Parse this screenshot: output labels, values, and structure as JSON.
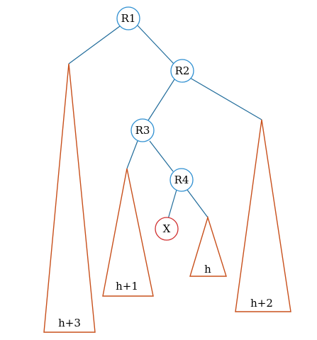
{
  "colors": {
    "edge": "#1f6b9a",
    "node_border": "#2e8fd1",
    "highlight_node_border": "#d03030",
    "subtree_border": "#c8501c",
    "background": "#ffffff"
  },
  "nodes": {
    "r1": {
      "label": "R1"
    },
    "r2": {
      "label": "R2"
    },
    "r3": {
      "label": "R3"
    },
    "r4": {
      "label": "R4"
    },
    "x": {
      "label": "X"
    }
  },
  "subtrees": {
    "r1_left": {
      "height_label": "h+3"
    },
    "r3_left": {
      "height_label": "h+1"
    },
    "r4_right": {
      "height_label": "h"
    },
    "r2_right": {
      "height_label": "h+2"
    }
  }
}
